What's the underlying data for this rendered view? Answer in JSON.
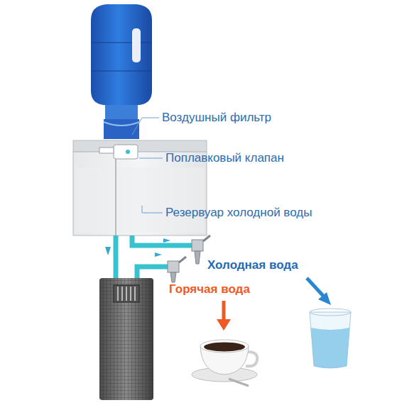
{
  "diagram": {
    "labels": [
      "Воздушный фильтр",
      "Поплавковый клапан",
      "Резервуар холодной воды",
      "Холодная вода",
      "Горячая вода"
    ]
  }
}
